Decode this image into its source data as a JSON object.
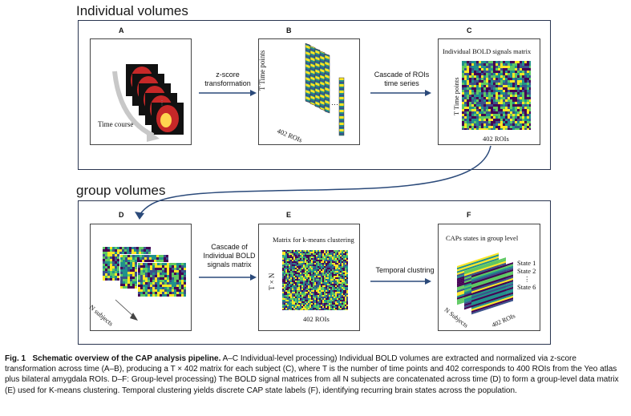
{
  "section_titles": {
    "individual": "Individual volumes",
    "group": "group volumes"
  },
  "panels": {
    "A": {
      "letter": "A",
      "label": "Time course"
    },
    "B": {
      "letter": "B",
      "y_label": "T Time points",
      "x_label": "402 ROIs",
      "dots": "…"
    },
    "C": {
      "letter": "C",
      "title": "Individual BOLD signals matrix",
      "y_label": "T Time points",
      "x_label": "402 ROIs"
    },
    "D": {
      "letter": "D",
      "label": "N subjects"
    },
    "E": {
      "letter": "E",
      "title": "Matrix for k-means clustering",
      "y_label": "T × N",
      "x_label": "402 ROIs"
    },
    "F": {
      "letter": "F",
      "title": "CAPs states in group level",
      "states": [
        "State 1",
        "State 2",
        "⋮",
        "State 6"
      ],
      "n_label": "N Subjects",
      "roi_label": "402 ROIs"
    }
  },
  "arrows": {
    "a_b": [
      "z-score",
      "transformation"
    ],
    "b_c": [
      "Cascade of ROIs",
      "time series"
    ],
    "d_e": [
      "Cascade of",
      "Individual BOLD",
      "signals matrix"
    ],
    "e_f": [
      "Temporal clustring"
    ]
  },
  "caption": {
    "fig": "Fig. 1",
    "title": "Schematic overview of the CAP analysis pipeline.",
    "body": "A–C Individual-level processing) Individual BOLD volumes are extracted and normalized via z-score transformation across time (A–B), producing a T × 402 matrix for each subject (C), where T is the number of time points and 402 corresponds to 400 ROIs from the Yeo atlas plus bilateral amygdala ROIs. D–F: Group-level processing) The BOLD signal matrices from all N subjects are concatenated across time (D) to form a group-level data matrix (E) used for K-means clustering. Temporal clustering yields discrete CAP state labels (F), identifying recurring brain states across the population."
  },
  "colors": {
    "frame": "#2a3550",
    "arrow": "#2b4a7a",
    "viridis": [
      "#440154",
      "#3b528b",
      "#21918c",
      "#5ec962",
      "#fde725"
    ]
  }
}
